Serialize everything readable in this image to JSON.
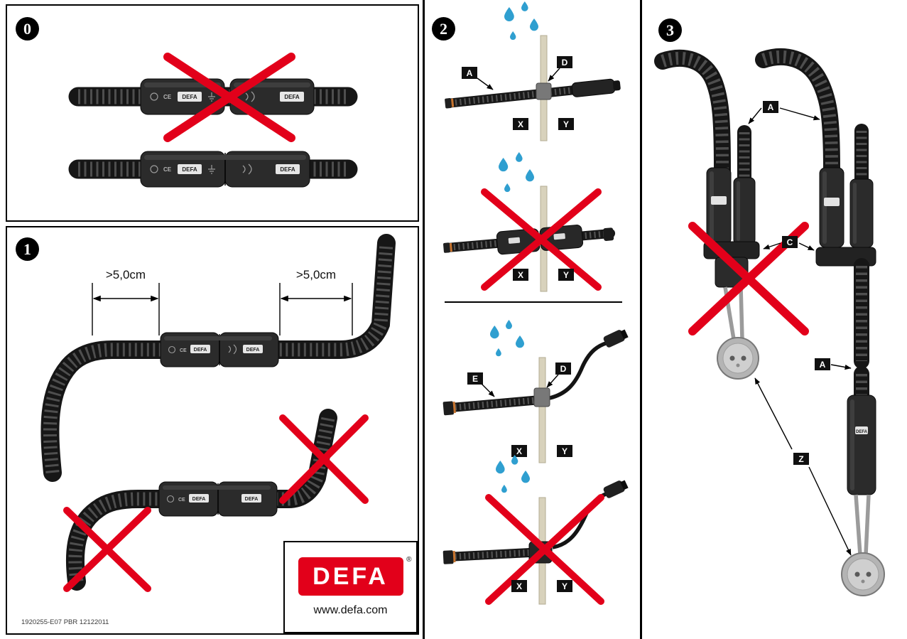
{
  "document": {
    "type": "cable-installation-instructions",
    "doc_code": "1920255-E07 PBR 12122011"
  },
  "colors": {
    "brand_red": "#e2001a",
    "water_blue": "#2f9fd0",
    "wall_beige": "#d8d2bc",
    "cable_black": "#181818"
  },
  "panels": {
    "p0": {
      "number": "0"
    },
    "p1": {
      "number": "1",
      "dim_left": ">5,0cm",
      "dim_right": ">5,0cm"
    },
    "p2": {
      "number": "2"
    },
    "p3": {
      "number": "3"
    }
  },
  "labels": {
    "A": "A",
    "C": "C",
    "D": "D",
    "E": "E",
    "X": "X",
    "Y": "Y",
    "Z": "Z"
  },
  "markings": {
    "ce": "CE",
    "defa": "DEFA"
  },
  "logo": {
    "brand": "DEFA",
    "reg": "®",
    "url": "www.defa.com"
  }
}
